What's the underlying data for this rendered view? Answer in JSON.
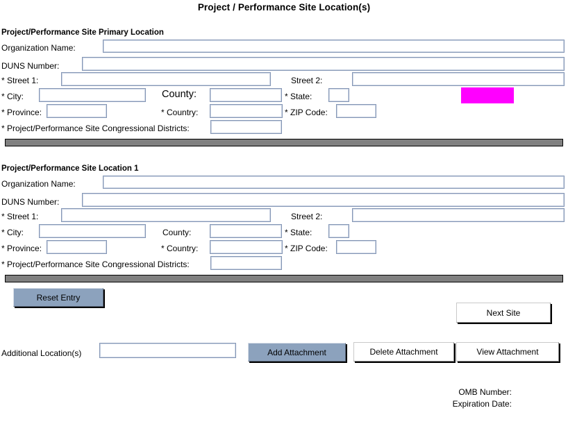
{
  "page": {
    "title": "Project / Performance Site Location(s)"
  },
  "sections": [
    {
      "header": "Project/Performance Site Primary Location",
      "fields": {
        "organization_name_label": "Organization Name:",
        "organization_name_value": "",
        "duns_number_label": "DUNS Number:",
        "duns_number_value": "",
        "street1_label": "* Street 1:",
        "street1_value": "",
        "street2_label": "Street 2:",
        "street2_value": "",
        "city_label": "* City:",
        "city_value": "",
        "county_label": "County:",
        "county_value": "",
        "state_label": "* State:",
        "state_value": "",
        "province_label": "* Province:",
        "province_value": "",
        "country_label": "* Country:",
        "country_value": "",
        "zip_label": "* ZIP Code:",
        "zip_value": "",
        "districts_label": "* Project/Performance Site Congressional Districts:",
        "districts_value": ""
      }
    },
    {
      "header": "Project/Performance Site Location 1",
      "fields": {
        "organization_name_label": "Organization Name:",
        "organization_name_value": "",
        "duns_number_label": "DUNS Number:",
        "duns_number_value": "",
        "street1_label": "* Street 1:",
        "street1_value": "",
        "street2_label": "Street 2:",
        "street2_value": "",
        "city_label": "* City:",
        "city_value": "",
        "county_label": "County:",
        "county_value": "",
        "state_label": "* State:",
        "state_value": "",
        "province_label": "* Province:",
        "province_value": "",
        "country_label": "* Country:",
        "country_value": "",
        "zip_label": "* ZIP Code:",
        "zip_value": "",
        "districts_label": "* Project/Performance Site Congressional Districts:",
        "districts_value": ""
      }
    }
  ],
  "buttons": {
    "reset_entry": "Reset Entry",
    "next_site": "Next Site",
    "add_attachment": "Add Attachment",
    "delete_attachment": "Delete Attachment",
    "view_attachment": "View  Attachment"
  },
  "additional": {
    "label": "Additional Location(s)",
    "value": ""
  },
  "footer": {
    "omb_number_label": "OMB Number:",
    "expiration_date_label": "Expiration Date:"
  },
  "colors": {
    "highlight": "#ff00ff",
    "separator": "#808080",
    "button_accent": "#8ca2bd",
    "field_border": "#8496b5"
  }
}
